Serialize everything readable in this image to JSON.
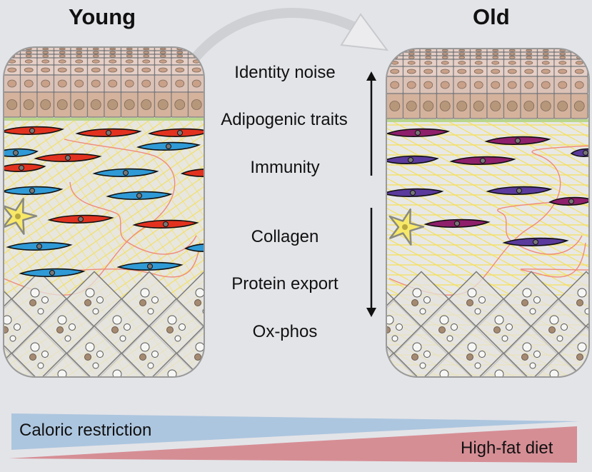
{
  "titles": {
    "young": "Young",
    "old": "Old"
  },
  "changes": {
    "up": [
      "Identity noise",
      "Adipogenic traits",
      "Immunity"
    ],
    "down": [
      "Collagen",
      "Protein export",
      "Ox-phos"
    ]
  },
  "conditions": {
    "caloric_restriction": "Caloric restriction",
    "high_fat_diet": "High-fat diet"
  },
  "colors": {
    "background": "#e3e4e8",
    "epidermis_top": "#e6cfc6",
    "epidermis_basal": "#d4b29c",
    "basement_membrane": "#b9d68c",
    "dermis_matrix": "#f2ecc4",
    "young_fibroblast_red": "#e2321f",
    "young_fibroblast_blue": "#2f9ad6",
    "old_fibroblast_magenta": "#8e1f6a",
    "old_fibroblast_purple": "#5a3a9c",
    "immune_cell": "#f7e868",
    "collagen_fiber": "#f08a7a",
    "adipocyte_fill": "#e4e3df",
    "adipocyte_droplet_brown": "#a58a72",
    "caloric_restriction_wedge": "#adc6df",
    "high_fat_diet_wedge": "#d68e95",
    "transition_arrow": "#cfd0d3"
  }
}
